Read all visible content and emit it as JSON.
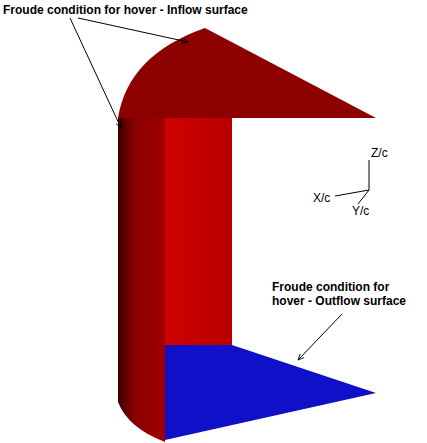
{
  "diagram": {
    "labels": [
      "Froude condition for hover - Inflow surface",
      "Froude condition for hover - Outflow surface",
      "Z/c",
      "X/c",
      "Y/c"
    ]
  }
}
